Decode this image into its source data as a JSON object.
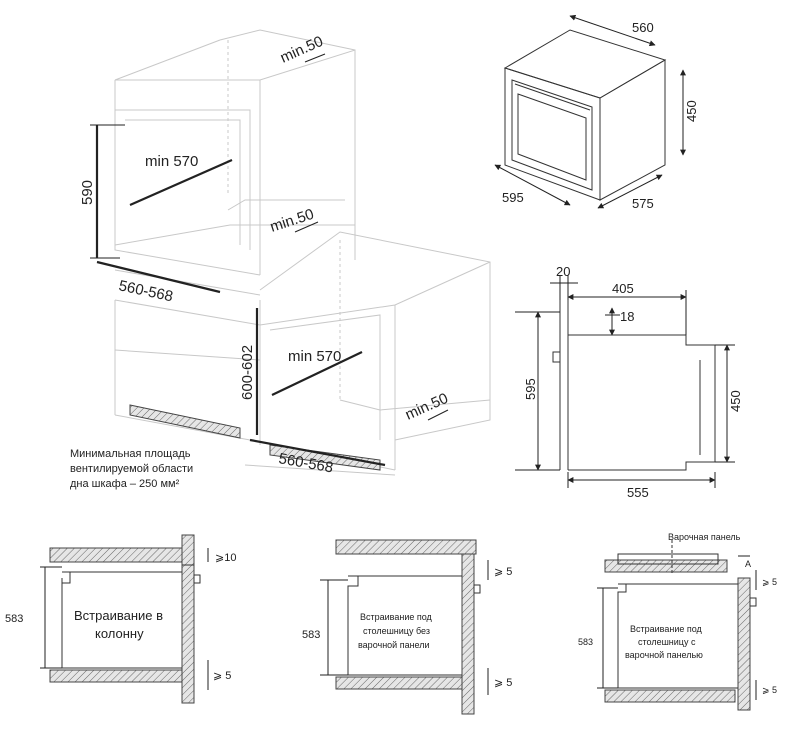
{
  "dims": {
    "d_560": "560",
    "d_450_top": "450",
    "d_595_top": "595",
    "d_575": "575",
    "d_590": "590",
    "d_min570_upper": "min 570",
    "d_560_568_upper": "560-568",
    "d_min50_top": "min.50",
    "d_min50_mid": "min.50",
    "d_min50_low": "min.50",
    "d_600_602": "600-602",
    "d_min570_lower": "min 570",
    "d_560_568_lower": "560-568",
    "d_20": "20",
    "d_405": "405",
    "d_18": "18",
    "d_595_side": "595",
    "d_450_side": "450",
    "d_555": "555",
    "d_583_1": "583",
    "d_583_2": "583",
    "d_583_3": "583",
    "d_ge10": "⩾10",
    "d_ge5_1": "⩾ 5",
    "d_ge5_2": "⩾ 5",
    "d_ge5_3": "⩾ 5",
    "d_ge5_4": "⩾ 5",
    "d_ge5_5": "⩾ 5",
    "d_A": "A"
  },
  "note": {
    "line1": "Минимальная площадь",
    "line2": "вентилируемой области",
    "line3": "дна шкафа – 250 мм²"
  },
  "panels": {
    "column_l1": "Встраивание в",
    "column_l2": "колонну",
    "under_l1": "Встраивание под",
    "under_l2": "столешницу без",
    "under_l3": "варочной панели",
    "hob_l1": "Встраивание под",
    "hob_l2": "столешницу с",
    "hob_l3": "варочной панелью",
    "hob_label": "Варочная панель"
  }
}
